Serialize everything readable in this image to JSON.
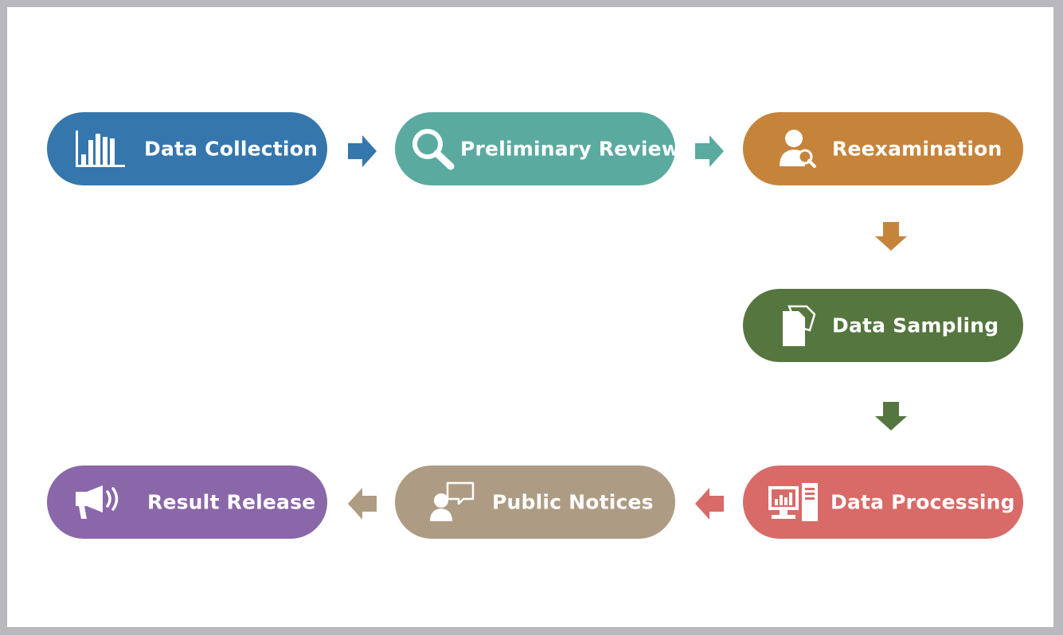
{
  "steps": [
    {
      "id": "data-collection",
      "label": "Data Collection",
      "color": "#3576ad",
      "icon": "bar-chart-icon"
    },
    {
      "id": "preliminary-review",
      "label": "Preliminary Review",
      "color": "#5aaaa0",
      "icon": "magnifier-icon"
    },
    {
      "id": "reexamination",
      "label": "Reexamination",
      "color": "#c6843b",
      "icon": "user-search-icon"
    },
    {
      "id": "data-sampling",
      "label": "Data Sampling",
      "color": "#55763f",
      "icon": "documents-icon"
    },
    {
      "id": "data-processing",
      "label": "Data Processing",
      "color": "#d86a67",
      "icon": "computer-icon"
    },
    {
      "id": "public-notices",
      "label": "Public Notices",
      "color": "#ad9c83",
      "icon": "speaker-user-icon"
    },
    {
      "id": "result-release",
      "label": "Result Release",
      "color": "#8a67a8",
      "icon": "megaphone-icon"
    }
  ],
  "frame_color": "#b9b9bd"
}
